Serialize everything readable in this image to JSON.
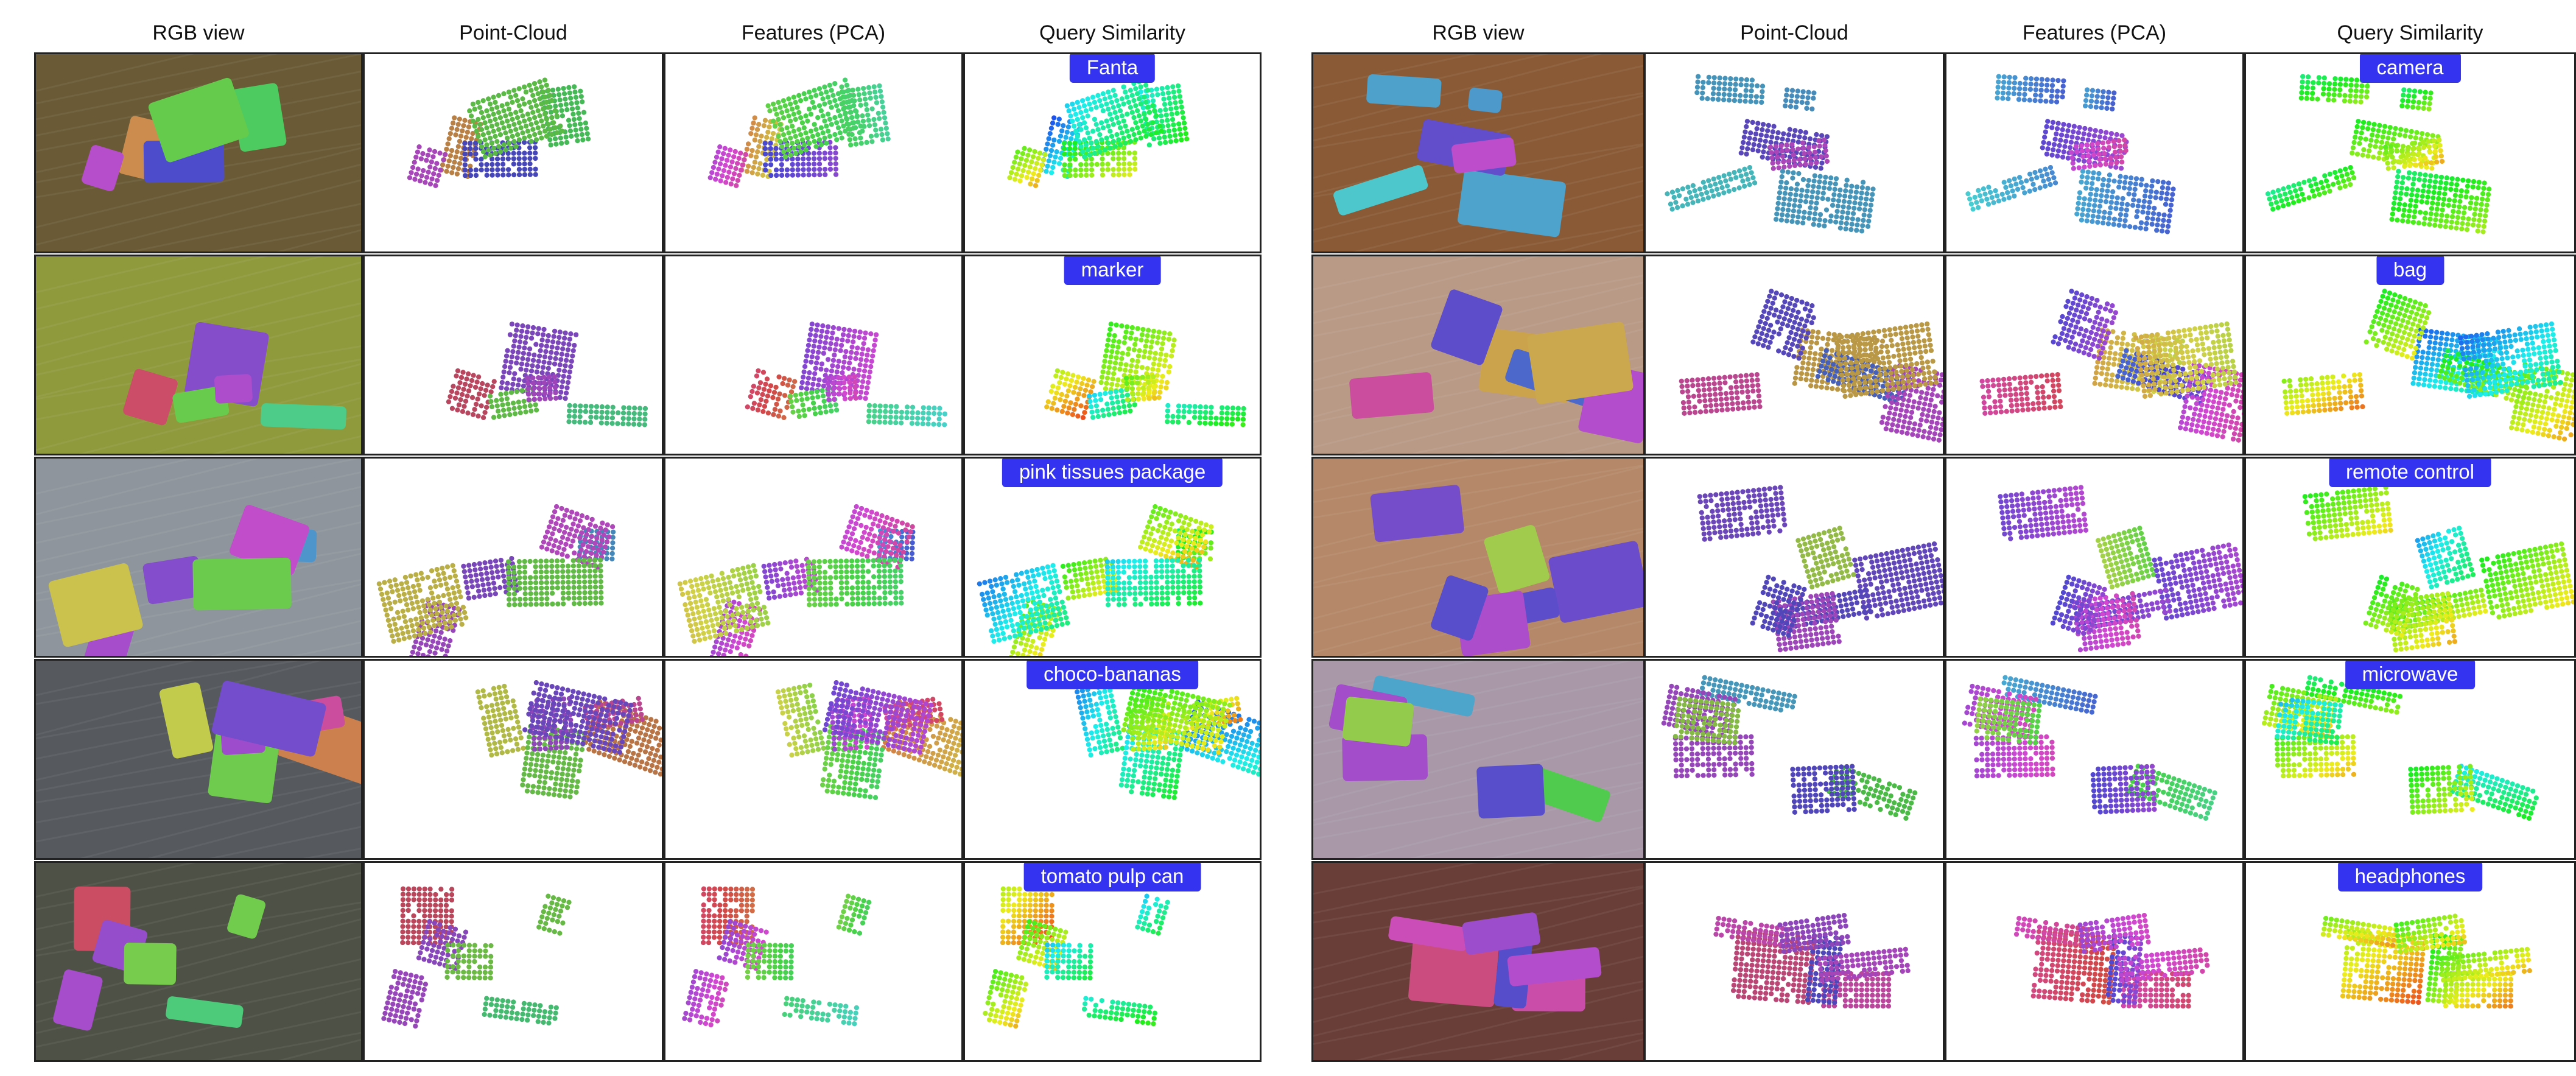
{
  "columns": [
    "RGB view",
    "Point-Cloud",
    "Features (PCA)",
    "Query Similarity"
  ],
  "left": {
    "queries": [
      "Fanta",
      "marker",
      "pink tissues package",
      "choco-bananas",
      "tomato pulp can"
    ],
    "backgrounds": [
      "#6a5a36",
      "#8f9a3c",
      "#8e959c",
      "#565a5e",
      "#4e5146"
    ]
  },
  "right": {
    "queries": [
      "camera",
      "bag",
      "remote control",
      "microwave",
      "headphones"
    ],
    "backgrounds": [
      "#8a5a36",
      "#b99a86",
      "#b48868",
      "#a898a8",
      "#6a3e38"
    ]
  },
  "colors": {
    "badge": "#3434f0",
    "border": "#222222"
  }
}
